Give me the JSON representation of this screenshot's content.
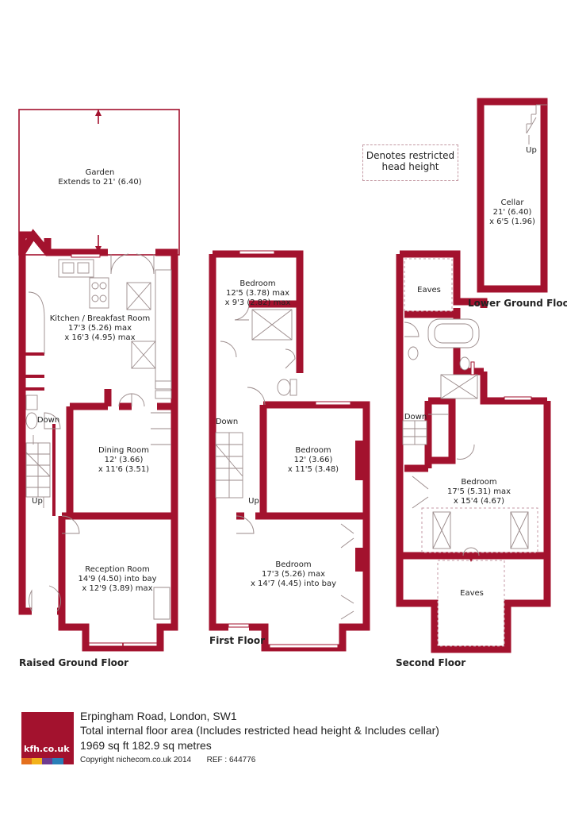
{
  "legend": {
    "text": "Denotes restricted head height"
  },
  "floors": {
    "raised_ground": "Raised Ground Floor",
    "first": "First Floor",
    "second": "Second Floor",
    "lower_ground": "Lower Ground Floor"
  },
  "rooms": {
    "garden": {
      "name": "Garden",
      "dims": "Extends to 21' (6.40)"
    },
    "kitchen": {
      "name": "Kitchen / Breakfast Room",
      "dims1": "17'3 (5.26) max",
      "dims2": "x 16'3 (4.95) max"
    },
    "dining": {
      "name": "Dining Room",
      "dims1": "12' (3.66)",
      "dims2": "x 11'6 (3.51)"
    },
    "reception": {
      "name": "Reception Room",
      "dims1": "14'9 (4.50) into bay",
      "dims2": "x 12'9 (3.89) max"
    },
    "ff_bed_rear": {
      "name": "Bedroom",
      "dims1": "12'5 (3.78) max",
      "dims2": "x 9'3 (2.82) max"
    },
    "ff_bed_mid": {
      "name": "Bedroom",
      "dims1": "12' (3.66)",
      "dims2": "x 11'5 (3.48)"
    },
    "ff_bed_front": {
      "name": "Bedroom",
      "dims1": "17'3 (5.26) max",
      "dims2": "x 14'7 (4.45) into bay"
    },
    "sf_bed": {
      "name": "Bedroom",
      "dims1": "17'5 (5.31) max",
      "dims2": "x 15'4 (4.67)"
    },
    "sf_eaves_top": {
      "name": "Eaves"
    },
    "sf_eaves_bottom": {
      "name": "Eaves"
    },
    "cellar": {
      "name": "Cellar",
      "dims1": "21' (6.40)",
      "dims2": "x 6'5 (1.96)"
    }
  },
  "stairs": {
    "rg_down": "Down",
    "rg_up": "Up",
    "ff_down": "Down",
    "ff_up": "Up",
    "sf_down": "Down",
    "lg_up": "Up"
  },
  "footer": {
    "logo": "kfh.co.uk",
    "address": "Erpingham Road, London, SW1",
    "total_area": "Total internal floor area (Includes restricted head height & Includes cellar)",
    "sizes": "1969 sq ft 182.9 sq metres",
    "copyright": "Copyright nichecom.co.uk 2014",
    "ref": "REF : 644776"
  },
  "colors": {
    "wall": "#a3122e",
    "logo_bg": "#a3122e",
    "logo_stripes": [
      "#e4701e",
      "#f2b21b",
      "#6e3b8f",
      "#2a7fb8",
      "#a3122e"
    ]
  }
}
